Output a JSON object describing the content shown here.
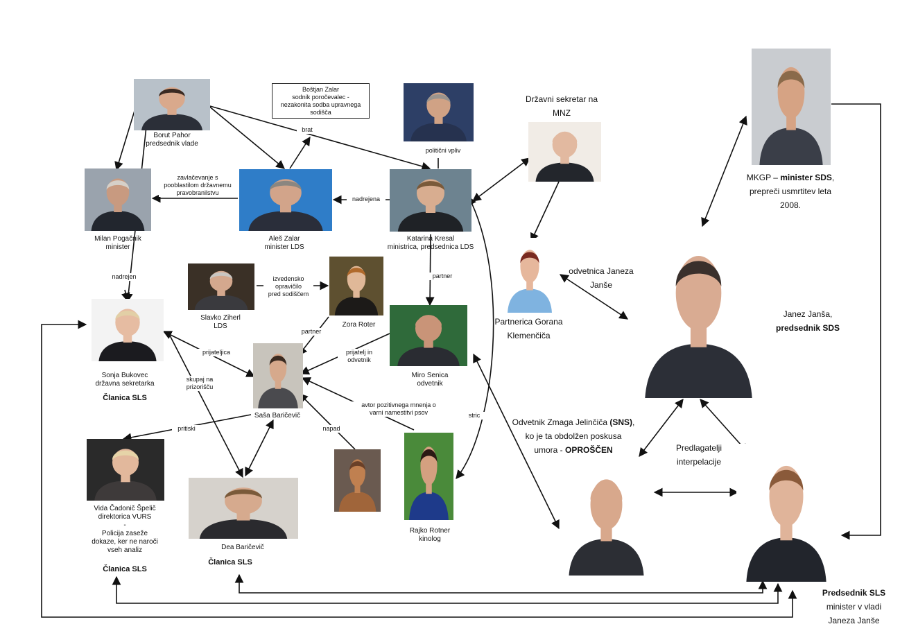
{
  "people": {
    "borut_pahor": {
      "name": "Borut Pahor",
      "role": "predsednik vlade",
      "bg": "#b8c1c9",
      "suit": "#2b2f38",
      "skin": "#d9a98c",
      "hair": "#3a2a22"
    },
    "milan_pogacnik": {
      "name": "Milan Pogačnik",
      "role": "minister",
      "bg": "#9aa3ad",
      "suit": "#22262e",
      "skin": "#c89a80",
      "hair": "#d6d0c8"
    },
    "ales_zalar": {
      "name": "Aleš Zalar",
      "role": "minister LDS",
      "bg": "#2f7dc8",
      "suit": "#2a2e3a",
      "skin": "#d2a48a",
      "hair": "#8b8680"
    },
    "katarina_kresal": {
      "name": "Katarina Kresal",
      "role": "ministrica, predsednica LDS",
      "bg": "#6d8390",
      "suit": "#1f2226",
      "skin": "#d8ad90",
      "hair": "#7a5a3a"
    },
    "police_official": {
      "bg": "#2d3f66",
      "suit": "#26324f",
      "skin": "#d0a285",
      "hair": "#9a948e"
    },
    "drzavni_sekretar": {
      "bg": "#f1ece6",
      "suit": "#23262c",
      "skin": "#e2b9a0",
      "hair": "#e2b9a0"
    },
    "partnerica": {
      "name": "Partnerica Gorana Klemenčiča",
      "bg": "#ffffff",
      "suit": "#7fb3e0",
      "skin": "#e6b79c",
      "hair": "#7a2a20"
    },
    "mkgp": {
      "bg": "#c9ccd0",
      "suit": "#3a3e48",
      "skin": "#d6a384",
      "hair": "#8a6a4a"
    },
    "janez_jansa": {
      "name": "Janez Janša",
      "bg": "#ffffff",
      "suit": "#2c2f37",
      "skin": "#d9ab92",
      "hair": "#3a302c"
    },
    "slavko_ziherl": {
      "name": "Slavko Ziherl",
      "role": "LDS",
      "bg": "#3a3026",
      "suit": "#3a3a3e",
      "skin": "#d4a88e",
      "hair": "#c9c6c2"
    },
    "zora_roter": {
      "name": "Zora Roter",
      "bg": "#5e5030",
      "suit": "#1c1a18",
      "skin": "#e0b898",
      "hair": "#b06a2c"
    },
    "miro_senica": {
      "name": "Miro Senica",
      "role": "odvetnik",
      "bg": "#2f6a3a",
      "suit": "#2a2c32",
      "skin": "#c99478",
      "hair": "#c99478"
    },
    "sonja_bukovec": {
      "name": "Sonja Bukovec",
      "role": "državna sekretarka",
      "bg": "#f3f3f3",
      "suit": "#1b1b1f",
      "skin": "#e6bca2",
      "hair": "#e2cfa6"
    },
    "sasa_baricevic": {
      "name": "Saša Baričevič",
      "bg": "#c8c4bc",
      "suit": "#4a4a4e",
      "skin": "#d6a98c",
      "hair": "#3a2a20"
    },
    "vida_cadonic": {
      "name": "Vida Čadonič Špelič",
      "role": "direktorica VURS",
      "bg": "#2a2a2a",
      "suit": "#3e3a3a",
      "skin": "#e2b89c",
      "hair": "#e6d4a8"
    },
    "dea_baricevic": {
      "name": "Dea Baričevič",
      "bg": "#d6d2cc",
      "suit": "#2a2a2e",
      "skin": "#d6aa8e",
      "hair": "#7a5a3a"
    },
    "dog": {
      "bg": "#6a5a50",
      "suit": "#a0653a",
      "skin": "#c08050",
      "hair": "#6a4028"
    },
    "rajko_rotner": {
      "name": "Rajko Rotner",
      "role": "kinolog",
      "bg": "#4a8a3a",
      "suit": "#1e3a8a",
      "skin": "#d4a080",
      "hair": "#2a1a14"
    },
    "zmaga_jelincic": {
      "bg": "#ffffff",
      "suit": "#2c2e34",
      "skin": "#d8a88c",
      "hair": "#d8a88c"
    },
    "predsednik_sls": {
      "bg": "#ffffff",
      "suit": "#22252c",
      "skin": "#e0b49a",
      "hair": "#8a5a3a"
    }
  },
  "texts": {
    "bostjan_zalar": [
      "Boštjan Zalar",
      "sodnik poročevalec -",
      "nezakonita sodba upravnega",
      "sodišča"
    ],
    "drzavni_sekretar": [
      "Državni sekretar na",
      "MNZ"
    ],
    "mkgp": {
      "prefix": "MKGP – ",
      "bold": "minister SDS",
      "suffix": ",",
      "line2": "prepreči usmrtitev leta",
      "line3": "2008."
    },
    "odvetnica": [
      "odvetnica Janeza",
      "Janše"
    ],
    "jansa_party": "predsednik SDS",
    "jelincic": {
      "l1a": "Odvetnik Zmaga Jelinčiča ",
      "l1b": "(SNS)",
      "l1c": ",",
      "l2": "ko je ta obdolžen poskusa",
      "l3a": "umora - ",
      "l3b": "OPROŠČEN"
    },
    "predlagatelji": [
      "Predlagatelji",
      "interpelacije"
    ],
    "predsednik_sls": {
      "bold": "Predsednik SLS",
      "l2": "minister v vladi",
      "l3": "Janeza Janše"
    },
    "clanica_sls": "Članica SLS",
    "vida_note": [
      "-",
      "Policija zaseže",
      "dokaze, ker ne naroči",
      "vseh analiz"
    ]
  },
  "edge_labels": {
    "zavlacevanje": [
      "zavlačevanje s",
      "pooblastilom državnemu",
      "pravobranilstvu"
    ],
    "brat": "brat",
    "nadrejena": "nadrejena",
    "politicni_vpliv": "politični vpliv",
    "nadrejen": "nadrejen",
    "izvedensko": [
      "izvedensko",
      "opravičilo",
      "pred sodiščem"
    ],
    "partner_kk": "partner",
    "partner_zr": "partner",
    "prijateljica": "prijateljica",
    "skupaj": [
      "skupaj na",
      "prizorišču"
    ],
    "prijatelj": [
      "prijatelj in",
      "odvetnik"
    ],
    "avtor": [
      "avtor pozitivnega mnenja o",
      "varni namestitvi psov"
    ],
    "napad": "napad",
    "pritiski": "pritiski",
    "stric": "stric"
  },
  "colors": {
    "line": "#111111",
    "frame": "#222222"
  }
}
